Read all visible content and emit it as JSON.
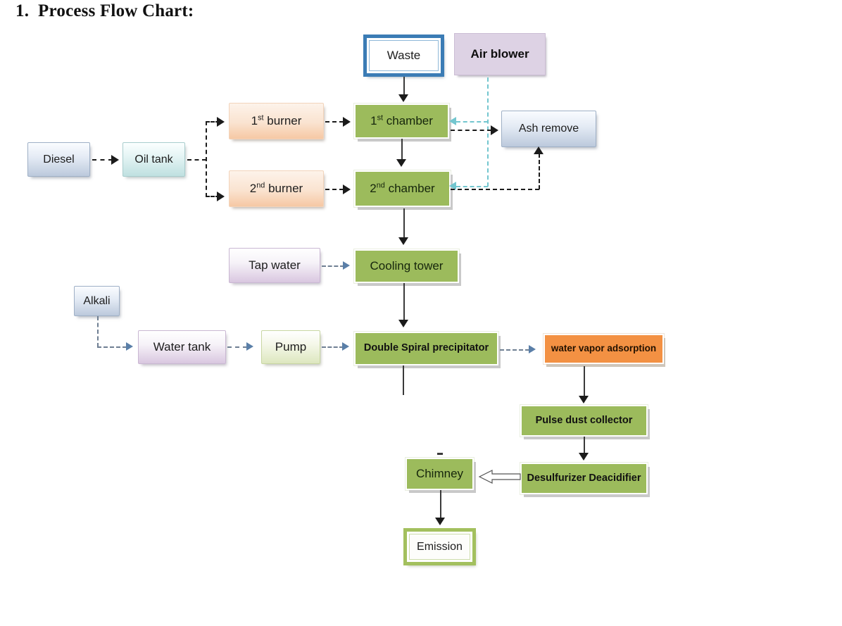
{
  "page": {
    "title": "1.  Process Flow Chart:"
  },
  "colors": {
    "green_box": "#9cbb5c",
    "orange_box": "#f39143",
    "lavender_box": "#ddd2e4",
    "frame_blue": "#3b7cb5",
    "frame_green": "#a3c05e",
    "connector_black": "#1b1b1b",
    "connector_cyan": "#73c6cf",
    "connector_blue": "#6f7f93"
  },
  "nodes": {
    "waste": "Waste",
    "air_blower": "Air blower",
    "diesel": "Diesel",
    "oil_tank": "Oil tank",
    "burner_1_num": "1",
    "burner_1_sup": "st",
    "burner_1_rest": " burner",
    "burner_2_num": "2",
    "burner_2_sup": "nd",
    "burner_2_rest": " burner",
    "chamber_1_num": "1",
    "chamber_1_sup": "st",
    "chamber_1_rest": " chamber",
    "chamber_2_num": "2",
    "chamber_2_sup": "nd",
    "chamber_2_rest": " chamber",
    "ash_remove": "Ash remove",
    "tap_water": "Tap water",
    "cooling_tower": "Cooling tower",
    "alkali": "Alkali",
    "water_tank": "Water tank",
    "pump": "Pump",
    "double_spiral_precipitator": "Double Spiral precipitator",
    "water_vapor_adsorption": "water vapor adsorption",
    "pulse_dust_collector": "Pulse dust collector",
    "desulfurizer_deacidifier": "Desulfurizer Deacidifier",
    "chimney": "Chimney",
    "emission": "Emission"
  },
  "chart_data": {
    "type": "diagram",
    "title": "1.  Process Flow Chart:",
    "diagram_kind": "process-flow-chart",
    "nodes": [
      {
        "id": "waste",
        "label": "Waste",
        "style": "white-box-blue-double-frame"
      },
      {
        "id": "air_blower",
        "label": "Air blower",
        "style": "lavender-solid"
      },
      {
        "id": "diesel",
        "label": "Diesel",
        "style": "steel-gradient"
      },
      {
        "id": "oil_tank",
        "label": "Oil tank",
        "style": "aqua-gradient"
      },
      {
        "id": "burner_1",
        "label": "1st burner",
        "style": "peach-gradient"
      },
      {
        "id": "burner_2",
        "label": "2nd burner",
        "style": "peach-gradient"
      },
      {
        "id": "chamber_1",
        "label": "1st chamber",
        "style": "green"
      },
      {
        "id": "chamber_2",
        "label": "2nd chamber",
        "style": "green"
      },
      {
        "id": "ash_remove",
        "label": "Ash remove",
        "style": "steel-gradient"
      },
      {
        "id": "tap_water",
        "label": "Tap water",
        "style": "lavender-gradient"
      },
      {
        "id": "cooling_tower",
        "label": "Cooling tower",
        "style": "green"
      },
      {
        "id": "alkali",
        "label": "Alkali",
        "style": "steel-gradient"
      },
      {
        "id": "water_tank",
        "label": "Water tank",
        "style": "lavender-gradient"
      },
      {
        "id": "pump",
        "label": "Pump",
        "style": "green-gradient"
      },
      {
        "id": "double_spiral_precipitator",
        "label": "Double Spiral precipitator",
        "style": "green-bold"
      },
      {
        "id": "water_vapor_adsorption",
        "label": "water vapor adsorption",
        "style": "orange-bold"
      },
      {
        "id": "pulse_dust_collector",
        "label": "Pulse dust collector",
        "style": "green-bold"
      },
      {
        "id": "desulfurizer_deacidifier",
        "label": "Desulfurizer Deacidifier",
        "style": "green-bold"
      },
      {
        "id": "chimney",
        "label": "Chimney",
        "style": "green"
      },
      {
        "id": "emission",
        "label": "Emission",
        "style": "white-box-green-double-frame"
      }
    ],
    "edges": [
      {
        "from": "waste",
        "to": "chamber_1",
        "line": "solid",
        "color": "#1b1b1b"
      },
      {
        "from": "diesel",
        "to": "oil_tank",
        "line": "dashed",
        "color": "#1b1b1b"
      },
      {
        "from": "oil_tank",
        "to": "burner_1",
        "line": "dashed",
        "color": "#1b1b1b"
      },
      {
        "from": "oil_tank",
        "to": "burner_2",
        "line": "dashed",
        "color": "#1b1b1b"
      },
      {
        "from": "burner_1",
        "to": "chamber_1",
        "line": "dashed",
        "color": "#1b1b1b"
      },
      {
        "from": "burner_2",
        "to": "chamber_2",
        "line": "dashed",
        "color": "#1b1b1b"
      },
      {
        "from": "air_blower",
        "to": "chamber_1",
        "line": "dashed",
        "color": "#73c6cf"
      },
      {
        "from": "air_blower",
        "to": "chamber_2",
        "line": "dashed",
        "color": "#73c6cf"
      },
      {
        "from": "chamber_1",
        "to": "chamber_2",
        "line": "solid",
        "color": "#1b1b1b"
      },
      {
        "from": "chamber_1",
        "to": "ash_remove",
        "line": "dashed",
        "color": "#1b1b1b"
      },
      {
        "from": "chamber_2",
        "to": "ash_remove",
        "line": "dashed",
        "color": "#1b1b1b"
      },
      {
        "from": "chamber_2",
        "to": "cooling_tower",
        "line": "solid",
        "color": "#1b1b1b"
      },
      {
        "from": "tap_water",
        "to": "cooling_tower",
        "line": "dashed",
        "color": "#6f7f93"
      },
      {
        "from": "cooling_tower",
        "to": "double_spiral_precipitator",
        "line": "solid",
        "color": "#1b1b1b"
      },
      {
        "from": "alkali",
        "to": "water_tank",
        "line": "dashed",
        "color": "#6f7f93"
      },
      {
        "from": "water_tank",
        "to": "pump",
        "line": "dashed",
        "color": "#6f7f93"
      },
      {
        "from": "pump",
        "to": "double_spiral_precipitator",
        "line": "dashed",
        "color": "#6f7f93"
      },
      {
        "from": "double_spiral_precipitator",
        "to": "water_vapor_adsorption",
        "line": "dashed",
        "color": "#6f7f93"
      },
      {
        "from": "water_vapor_adsorption",
        "to": "pulse_dust_collector",
        "line": "solid",
        "color": "#1b1b1b"
      },
      {
        "from": "pulse_dust_collector",
        "to": "desulfurizer_deacidifier",
        "line": "solid",
        "color": "#1b1b1b"
      },
      {
        "from": "desulfurizer_deacidifier",
        "to": "chimney",
        "line": "hollow-block-arrow",
        "color": "#444444"
      },
      {
        "from": "chimney",
        "to": "emission",
        "line": "solid",
        "color": "#1b1b1b"
      }
    ]
  }
}
